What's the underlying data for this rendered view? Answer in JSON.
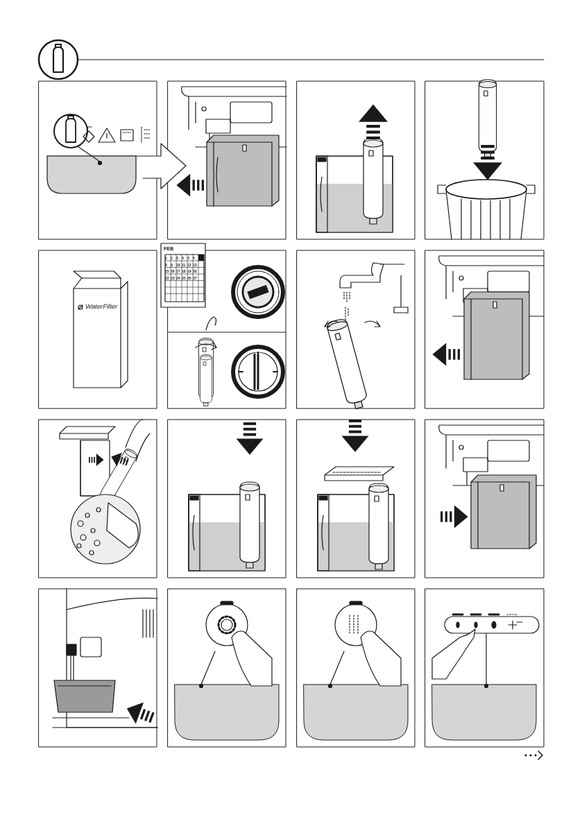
{
  "diagram": {
    "labels": [
      "FEB",
      "WaterFilter",
      "1",
      "2",
      "3",
      "4",
      "5",
      "6",
      "8",
      "9",
      "10",
      "11",
      "12",
      "13",
      "15",
      "16",
      "17",
      "18",
      "19",
      "20",
      "22",
      "23",
      "24",
      "25",
      "26",
      "27"
    ]
  }
}
